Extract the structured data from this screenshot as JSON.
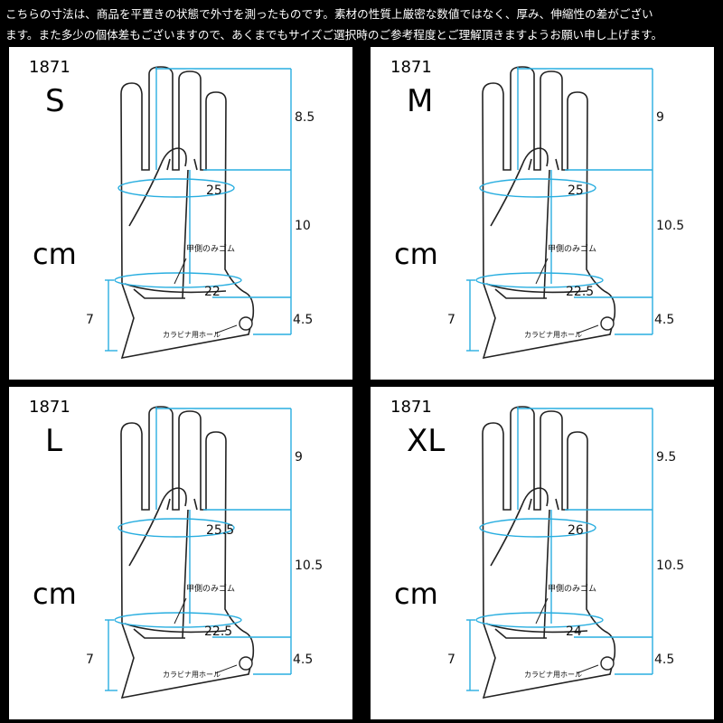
{
  "notice": {
    "line1": "こちらの寸法は、商品を平置きの状態で外寸を測ったものです。素材の性質上厳密な数値ではなく、厚み、伸縮性の差がござい",
    "line2": "ます。また多少の個体差もございますので、あくまでもサイズご選択時のご参考程度とご理解頂きますようお願い申し上げます。"
  },
  "colors": {
    "measure": "#29aee0",
    "background": "#000000",
    "panel": "#ffffff"
  },
  "labels": {
    "rubber": "甲側のみゴム",
    "hole": "カラビナ用ホール",
    "unit": "cm",
    "cuff_length": "7",
    "cuff_height": "4.5"
  },
  "panels": [
    {
      "code": "1871",
      "size": "S",
      "finger": "8.5",
      "hand": "25",
      "palm": "10",
      "wrist": "22"
    },
    {
      "code": "1871",
      "size": "M",
      "finger": "9",
      "hand": "25",
      "palm": "10.5",
      "wrist": "22.5"
    },
    {
      "code": "1871",
      "size": "L",
      "finger": "9",
      "hand": "25.5",
      "palm": "10.5",
      "wrist": "22.5"
    },
    {
      "code": "1871",
      "size": "XL",
      "finger": "9.5",
      "hand": "26",
      "palm": "10.5",
      "wrist": "24"
    }
  ]
}
